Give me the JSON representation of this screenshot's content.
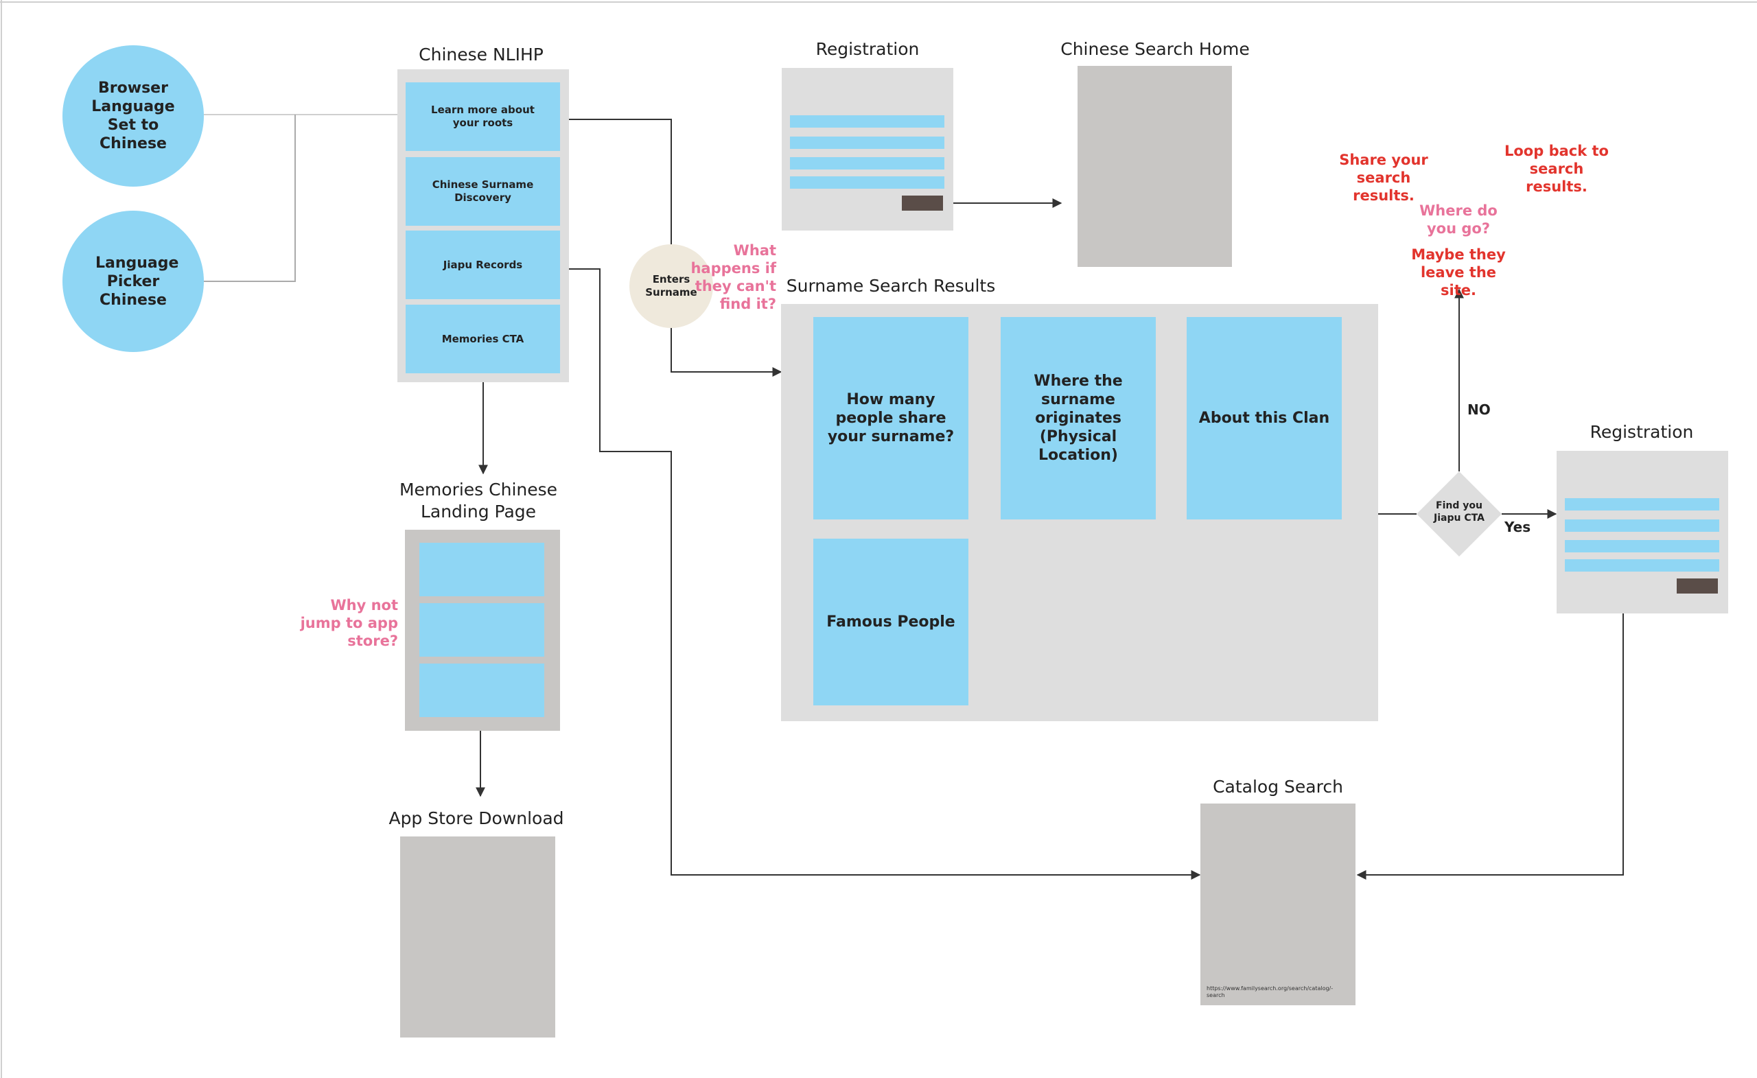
{
  "circles": {
    "browser": "Browser Language Set to Chinese",
    "picker": "Language Picker Chinese",
    "enters": "Enters Surname"
  },
  "nlihp": {
    "title": "Chinese NLIHP",
    "items": [
      "Learn more about your roots",
      "Chinese Surname Discovery",
      "Jiapu Records",
      "Memories CTA"
    ]
  },
  "registration_top": {
    "title": "Registration"
  },
  "chinese_search_home": {
    "title": "Chinese Search Home"
  },
  "surname_results": {
    "title": "Surname Search Results",
    "cards": [
      "How many people share your surname?",
      "Where the surname originates (Physical Location)",
      "About this Clan",
      "Famous People"
    ]
  },
  "memories_landing": {
    "title": "Memories Chinese Landing Page"
  },
  "app_store": {
    "title": "App Store Download"
  },
  "catalog_search": {
    "title": "Catalog Search",
    "url": "https://www.familysearch.org/search/catalog/-search"
  },
  "registration_right": {
    "title": "Registration"
  },
  "decision": {
    "label": "Find you Jiapu CTA",
    "yes": "Yes",
    "no": "NO"
  },
  "notes": {
    "what_happens": "What happens if they can't find it?",
    "why_not_jump": "Why not jump to app store?",
    "share_results": "Share your search results.",
    "loop_back": "Loop back to search results.",
    "where_go": "Where do you go?",
    "maybe_leave": "Maybe they leave the site."
  },
  "colors": {
    "blue": "#8fd6f4",
    "panel": "#dedede",
    "placeholder": "#c8c6c4",
    "button": "#5a4d48",
    "pink": "#e8739a",
    "red": "#e2342d",
    "line": "#333333"
  }
}
